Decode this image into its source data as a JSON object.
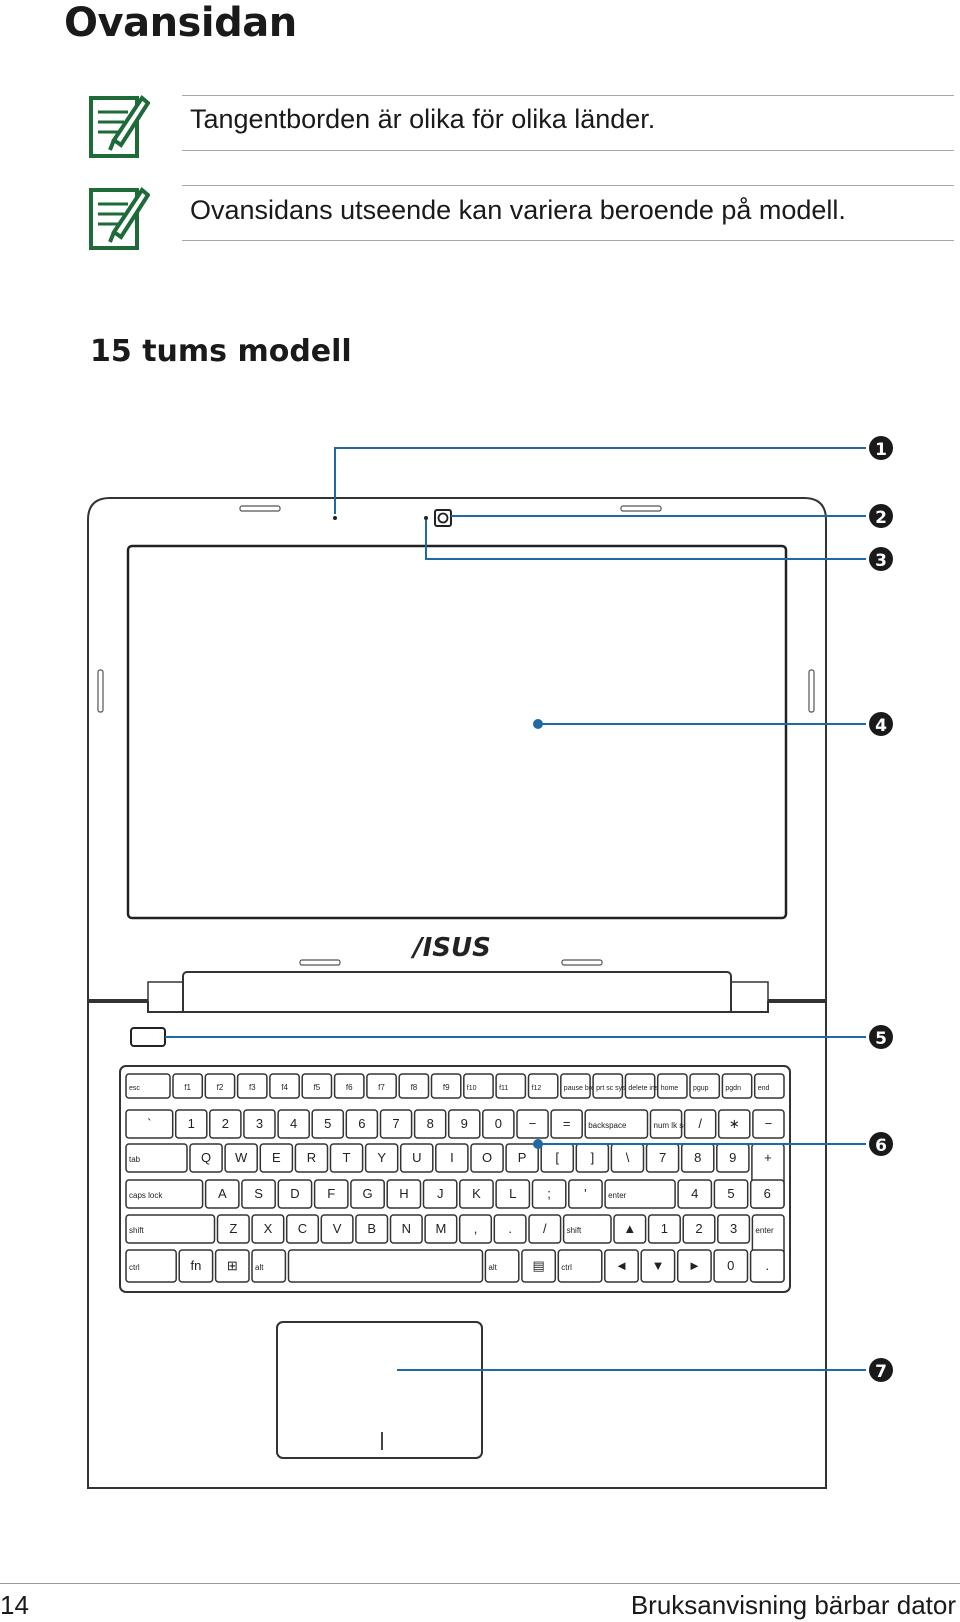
{
  "page": {
    "title": "Ovansidan",
    "section_title": "15 tums modell",
    "page_number": "14",
    "footer_title": "Bruksanvisning bärbar dator"
  },
  "notes": [
    {
      "icon": "note-pencil-icon",
      "text": "Tangentborden är olika för olika länder."
    },
    {
      "icon": "note-pencil-icon",
      "text": "Ovansidans utseende kan variera beroende på modell."
    }
  ],
  "diagram": {
    "brand_logo_text": "/ISUS",
    "callouts": [
      "1",
      "2",
      "3",
      "4",
      "5",
      "6",
      "7"
    ],
    "accent_color": "#1f6aa5",
    "keyboard_rows": [
      [
        "esc",
        "f1",
        "f2",
        "f3",
        "f4",
        "f5",
        "f6",
        "f7",
        "f8",
        "f9",
        "f10",
        "f11",
        "f12",
        "pause break",
        "prt sc sysrq",
        "delete insert",
        "home",
        "pgup",
        "pgdn",
        "end"
      ],
      [
        "`",
        "1",
        "2",
        "3",
        "4",
        "5",
        "6",
        "7",
        "8",
        "9",
        "0",
        "−",
        "=",
        "backspace",
        "num lk scr lk",
        "/",
        "∗",
        "−"
      ],
      [
        "tab",
        "Q",
        "W",
        "E",
        "R",
        "T",
        "Y",
        "U",
        "I",
        "O",
        "P",
        "[",
        "]",
        "\\",
        "7",
        "8",
        "9",
        "+"
      ],
      [
        "caps lock",
        "A",
        "S",
        "D",
        "F",
        "G",
        "H",
        "J",
        "K",
        "L",
        ";",
        "'",
        "enter",
        "4",
        "5",
        "6"
      ],
      [
        "shift",
        "Z",
        "X",
        "C",
        "V",
        "B",
        "N",
        "M",
        ",",
        ".",
        "/",
        "shift",
        "▲",
        "1",
        "2",
        "3",
        "enter"
      ],
      [
        "ctrl",
        "fn",
        "⊞",
        "alt",
        "",
        "alt",
        "▤",
        "ctrl",
        "◄",
        "▼",
        "►",
        "0",
        "."
      ]
    ]
  }
}
